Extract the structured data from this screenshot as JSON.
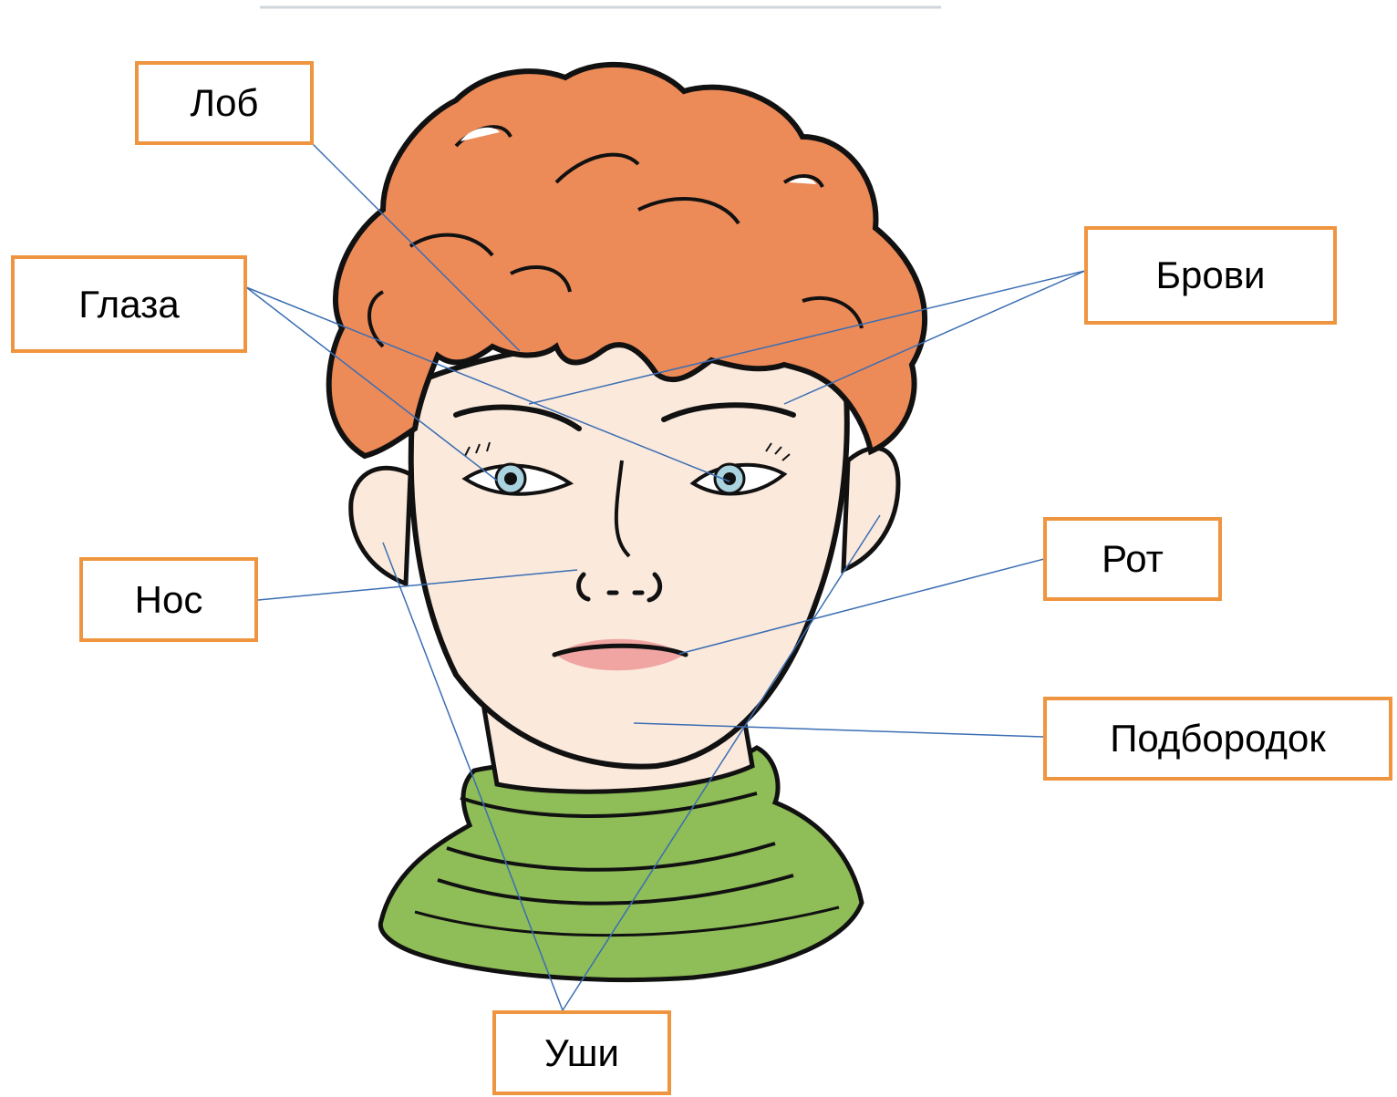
{
  "labels": {
    "forehead": "Лоб",
    "eyes": "Глаза",
    "eyebrows": "Брови",
    "nose": "Нос",
    "mouth": "Рот",
    "chin": "Подбородок",
    "ears": "Уши"
  },
  "colors": {
    "label_border": "#f0953f",
    "leader_line": "#3b6eb3",
    "hair": "#ec8a58",
    "skin": "#fbe9dc",
    "sweater": "#8fbd57",
    "outline": "#111111",
    "iris": "#a9d3de",
    "lips": "#f0a5a2"
  },
  "icons": {
    "illustration": "child-face-illustration"
  }
}
